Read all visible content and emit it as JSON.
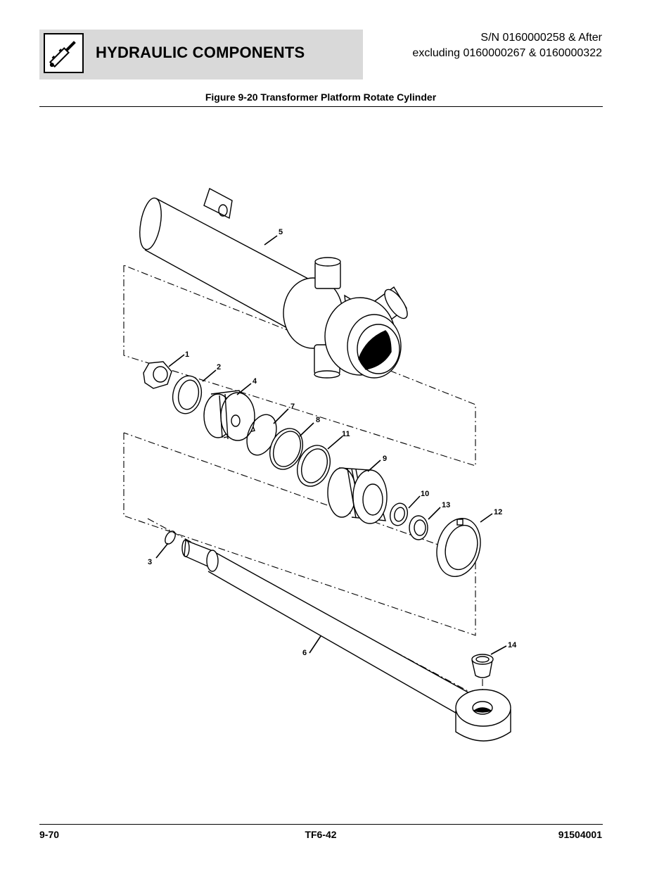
{
  "header": {
    "title": "HYDRAULIC COMPONENTS",
    "icon": "hydraulic-cylinder-icon",
    "sn_line1": "S/N 0160000258 & After",
    "sn_line2": "excluding 0160000267 & 0160000322"
  },
  "figure": {
    "title": "Figure 9-20 Transformer Platform Rotate Cylinder",
    "callouts": [
      "1",
      "2",
      "3",
      "4",
      "5",
      "6",
      "7",
      "8",
      "9",
      "10",
      "11",
      "12",
      "13",
      "14"
    ]
  },
  "footer": {
    "page_number": "9-70",
    "section": "TF6-42",
    "doc_number": "91504001"
  }
}
